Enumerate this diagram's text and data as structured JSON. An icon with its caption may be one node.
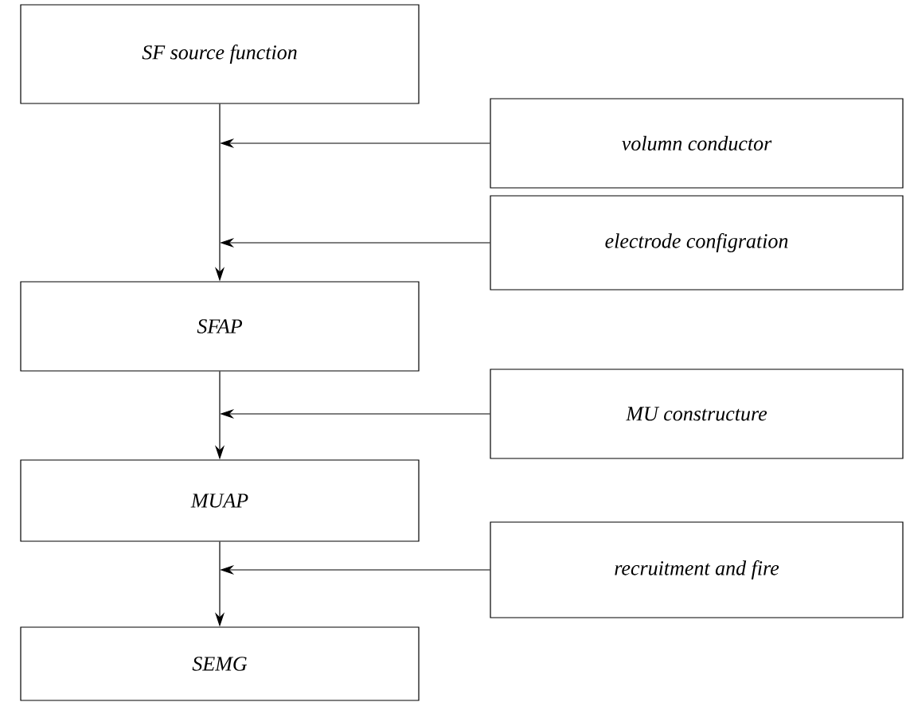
{
  "diagram": {
    "nodes": [
      {
        "text": [
          "SF source function"
        ]
      },
      {
        "text": [
          "volumn conductor"
        ]
      },
      {
        "text": [
          "electrode configration"
        ]
      },
      {
        "text": [
          "SFAP"
        ]
      },
      {
        "text": [
          "MU constructure"
        ]
      },
      {
        "text": [
          "MUAP"
        ]
      },
      {
        "text": [
          "recruitment and fire"
        ]
      },
      {
        "text": [
          "SEMG"
        ]
      }
    ],
    "edges": [
      {
        "from": 0,
        "to": 3,
        "arrow": "to"
      },
      {
        "from": 1,
        "to": null,
        "arrow": "to"
      },
      {
        "from": 2,
        "to": null,
        "arrow": "to"
      },
      {
        "from": 3,
        "to": 5,
        "arrow": "to"
      },
      {
        "from": 4,
        "to": null,
        "arrow": "to"
      },
      {
        "from": 5,
        "to": 7,
        "arrow": "to"
      },
      {
        "from": 6,
        "to": null,
        "arrow": "to"
      }
    ]
  }
}
